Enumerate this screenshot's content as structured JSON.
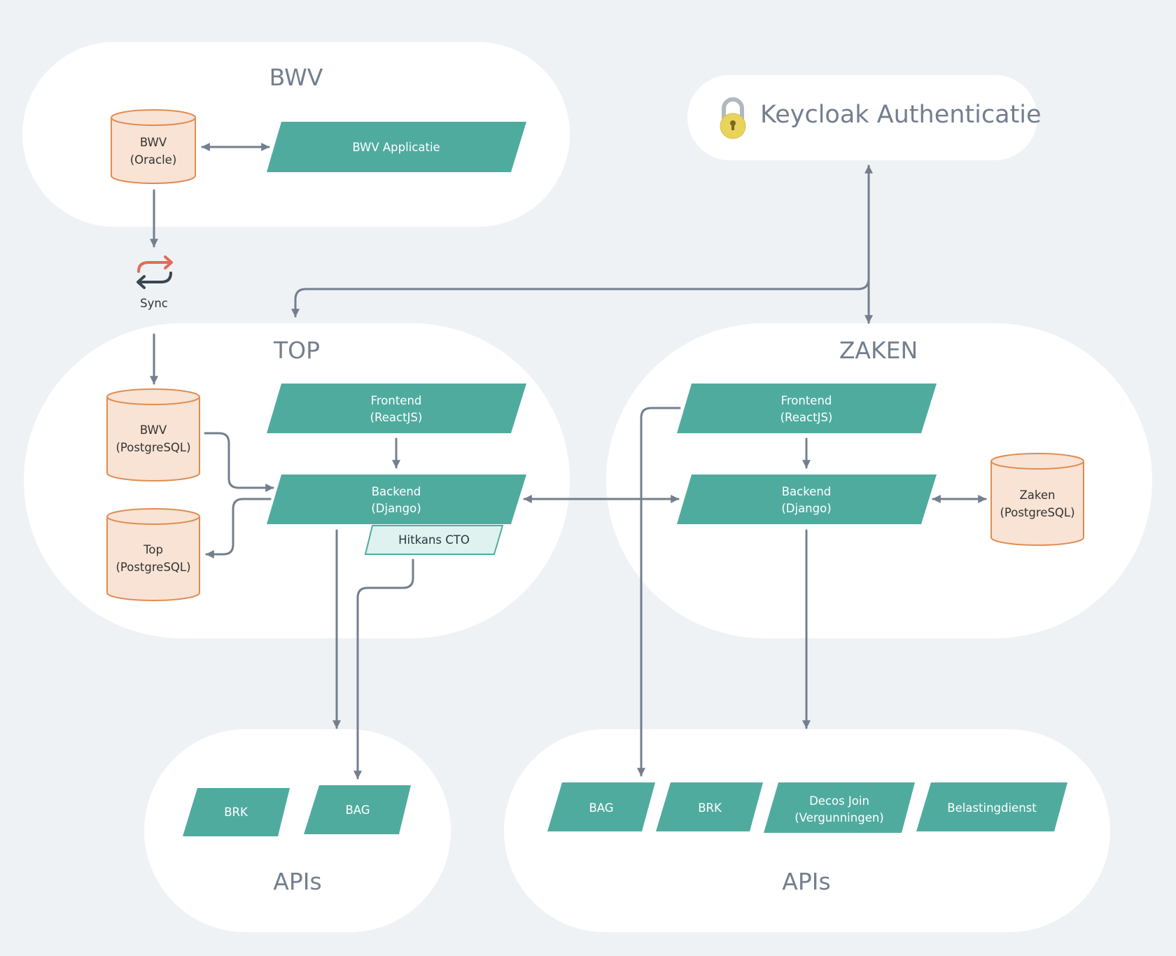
{
  "groups": {
    "bwv": "BWV",
    "top": "TOP",
    "zaken": "ZAKEN",
    "apis_left": "APIs",
    "apis_right": "APIs"
  },
  "auth": {
    "title": "Keycloak Authenticatie",
    "icon": "padlock-icon"
  },
  "sync": {
    "label": "Sync",
    "icon": "sync-arrows-icon"
  },
  "databases": {
    "bwv_oracle": {
      "line1": "BWV",
      "line2": "(Oracle)"
    },
    "bwv_postgres": {
      "line1": "BWV",
      "line2": "(PostgreSQL)"
    },
    "top_postgres": {
      "line1": "Top",
      "line2": "(PostgreSQL)"
    },
    "zaken_postgres": {
      "line1": "Zaken",
      "line2": "(PostgreSQL)"
    }
  },
  "components": {
    "bwv_app": {
      "line1": "BWV Applicatie"
    },
    "top_frontend": {
      "line1": "Frontend",
      "line2": "(ReactJS)"
    },
    "top_backend": {
      "line1": "Backend",
      "line2": "(Django)"
    },
    "hitkans": {
      "line1": "Hitkans CTO"
    },
    "zaken_frontend": {
      "line1": "Frontend",
      "line2": "(ReactJS)"
    },
    "zaken_backend": {
      "line1": "Backend",
      "line2": "(Django)"
    }
  },
  "apis_left": [
    {
      "label": "BRK"
    },
    {
      "label": "BAG"
    }
  ],
  "apis_right": [
    {
      "line1": "BAG"
    },
    {
      "line1": "BRK"
    },
    {
      "line1": "Decos Join",
      "line2": "(Vergunningen)"
    },
    {
      "line1": "Belastingdienst"
    }
  ],
  "colors": {
    "background": "#eff2f5",
    "component": "#50ab9f",
    "database_fill": "#f8e3d4",
    "database_stroke": "#e08c53",
    "arrow": "#737f8e",
    "title": "#737f8e",
    "lock": "#e8d35c"
  }
}
